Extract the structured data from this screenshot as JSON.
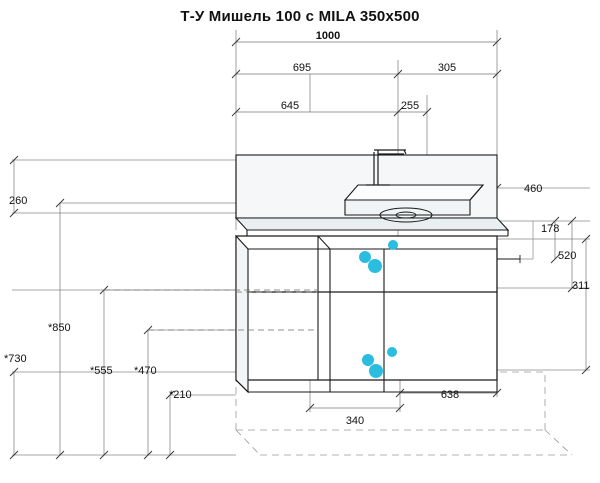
{
  "title": "Т-У Мишель 100 с MILA 350x500",
  "dimensions": {
    "top": [
      {
        "id": "total-width",
        "label": "1000"
      },
      {
        "id": "left-segment",
        "label": "695"
      },
      {
        "id": "right-segment",
        "label": "305"
      },
      {
        "id": "cabinet-left-segment",
        "label": "645"
      },
      {
        "id": "cabinet-right-segment",
        "label": "255"
      }
    ],
    "left": [
      {
        "id": "backsplash-height",
        "label": "260"
      },
      {
        "id": "height-850",
        "label": "*850"
      },
      {
        "id": "height-730",
        "label": "*730"
      },
      {
        "id": "height-555",
        "label": "*555"
      },
      {
        "id": "height-470",
        "label": "*470"
      },
      {
        "id": "height-210",
        "label": "*210"
      }
    ],
    "right": [
      {
        "id": "depth-460",
        "label": "460"
      },
      {
        "id": "height-178",
        "label": "178"
      },
      {
        "id": "height-520",
        "label": "520"
      },
      {
        "id": "height-311",
        "label": "311"
      }
    ],
    "bottom": [
      {
        "id": "drawer-left-width",
        "label": "340"
      },
      {
        "id": "drawer-right-width",
        "label": "638"
      }
    ]
  },
  "colors": {
    "line": "#1a1a1a",
    "dim_line": "#555555",
    "handle": "#2bbde0",
    "counter": "#e9eef0"
  }
}
